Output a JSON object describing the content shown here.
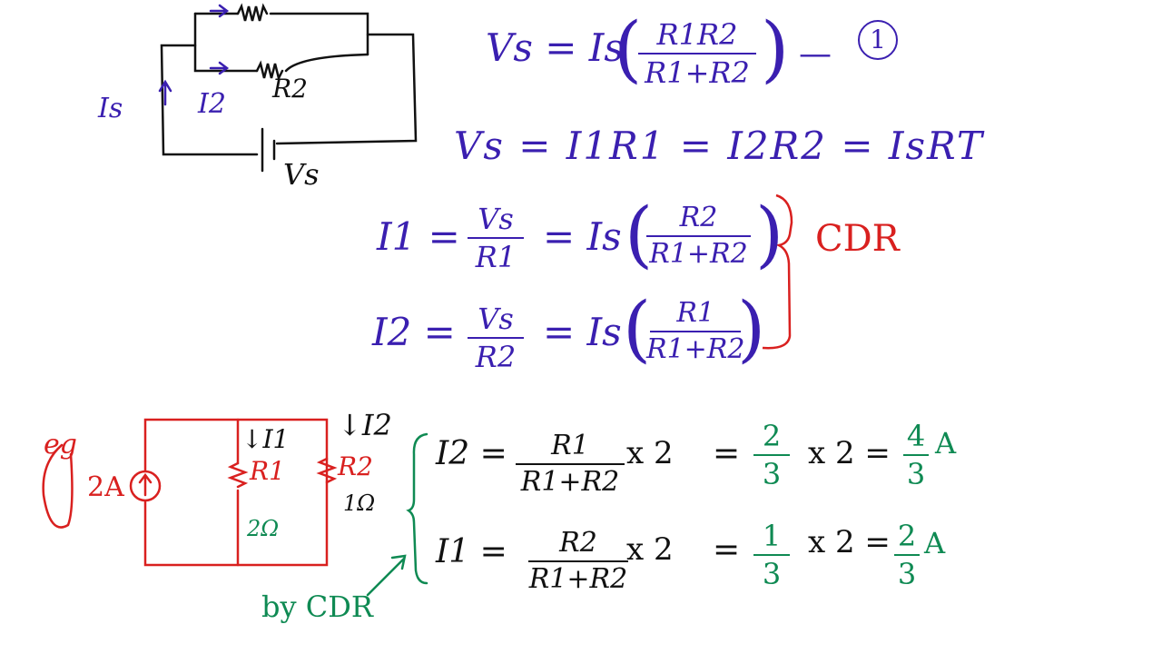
{
  "top_circuit": {
    "label_is": "Is",
    "label_i2": "I2",
    "label_r2": "R2",
    "label_vs": "Vs"
  },
  "eq_vs_total": {
    "lhs": "Vs = Is",
    "num": "R1R2",
    "den": "R1+R2",
    "tag": "1"
  },
  "eq_ohm": {
    "text": "Vs = I1R1 = I2R2 = IsRT"
  },
  "eq_i1": {
    "lhs": "I1 =",
    "frac1_num": "Vs",
    "frac1_den": "R1",
    "mid": "= Is",
    "frac2_num": "R2",
    "frac2_den": "R1+R2"
  },
  "eq_i2": {
    "lhs": "I2 =",
    "frac1_num": "Vs",
    "frac1_den": "R2",
    "mid": "= Is",
    "frac2_num": "R1",
    "frac2_den": "R1+R2"
  },
  "cdr_label": "CDR",
  "example": {
    "eg_label": "eg",
    "source_value": "2A",
    "label_i1": "↓I1",
    "label_i2": "↓I2",
    "label_r1": "R1",
    "label_r2": "R2",
    "r1_value": "2Ω",
    "r2_value": "1Ω",
    "by_cdr": "by CDR",
    "line1": {
      "lhs": "I2 =",
      "num": "R1",
      "den": "R1+R2",
      "times": "x 2",
      "eq": "=",
      "res_num": "2",
      "res_den": "3",
      "times2": "x 2 =",
      "ans_num": "4",
      "ans_den": "3",
      "unit": "A"
    },
    "line2": {
      "lhs": "I1 =",
      "num": "R2",
      "den": "R1+R2",
      "times": "x 2",
      "eq": "=",
      "res_num": "1",
      "res_den": "3",
      "times2": "x 2 =",
      "ans_num": "2",
      "ans_den": "3",
      "unit": "A"
    }
  }
}
